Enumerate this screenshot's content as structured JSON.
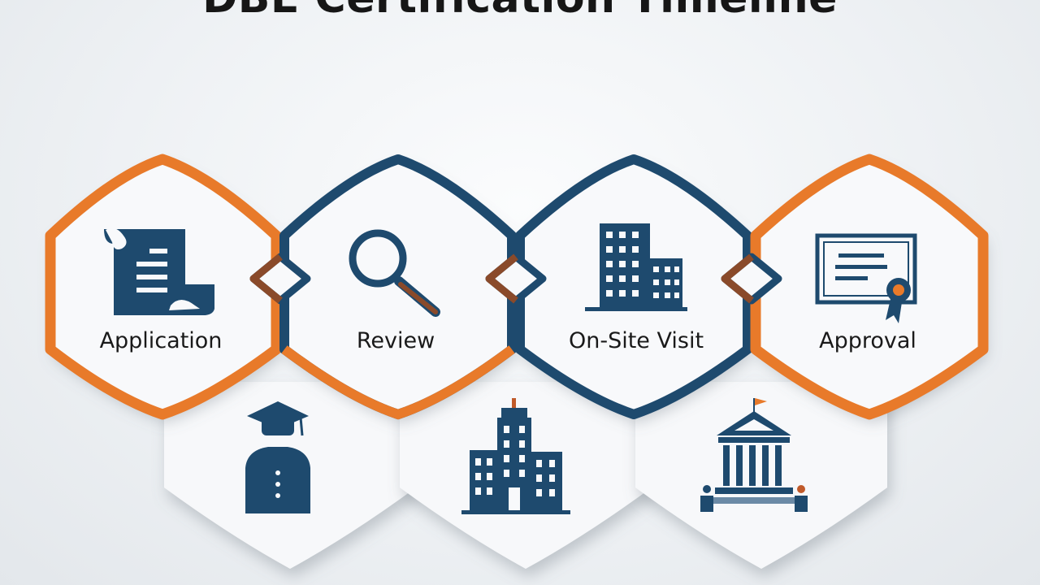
{
  "title": "DBE Certification Timeline",
  "colors": {
    "orange": "#e87a2a",
    "navy": "#1e4a6e",
    "brown": "#8a4a2a"
  },
  "steps": [
    {
      "label": "Application",
      "icon": "scroll-document-icon",
      "accent": "orange"
    },
    {
      "label": "Review",
      "icon": "magnifying-glass-icon",
      "accent": "navy"
    },
    {
      "label": "On-Site Visit",
      "icon": "office-building-icon",
      "accent": "navy"
    },
    {
      "label": "Approval",
      "icon": "certificate-icon",
      "accent": "orange"
    }
  ],
  "lower_icons": [
    "graduate-person-icon",
    "city-building-icon",
    "government-building-icon"
  ]
}
